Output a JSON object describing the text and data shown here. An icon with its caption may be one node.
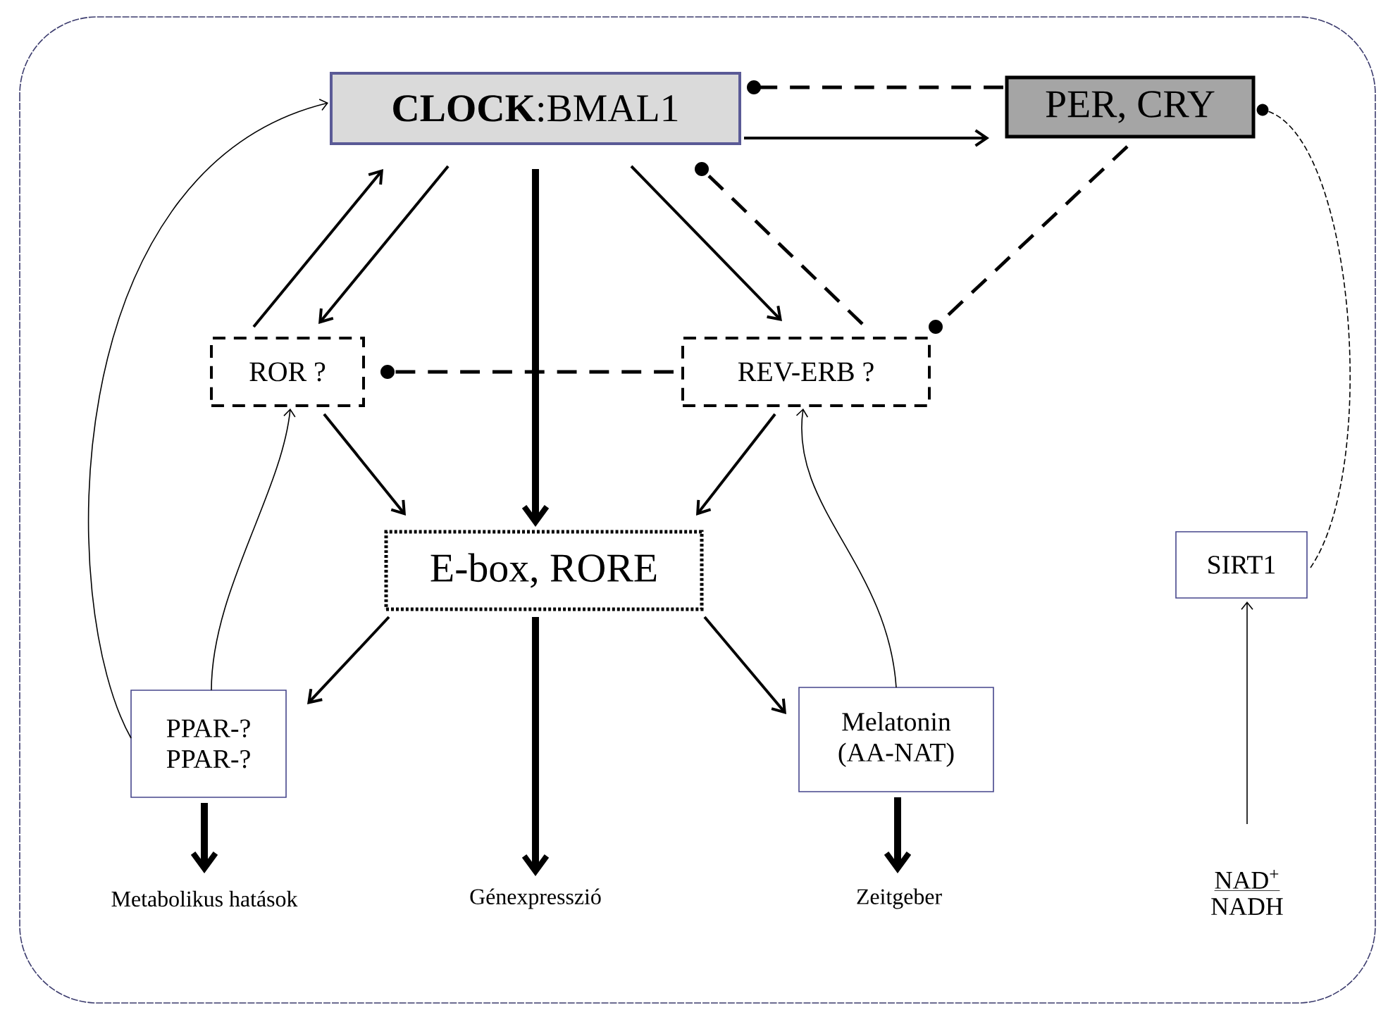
{
  "diagram": {
    "nodes": [
      {
        "text": [
          "**CLOCK**:BMAL1"
        ]
      },
      {
        "text": [
          "PER, CRY"
        ]
      },
      {
        "text": [
          "ROR ?"
        ]
      },
      {
        "text": [
          "REV-ERB ?"
        ]
      },
      {
        "text": [
          "E-box, RORE"
        ]
      },
      {
        "text": [
          "PPAR-? PPAR-?"
        ]
      },
      {
        "text": [
          "Melatonin (AA-NAT)"
        ]
      },
      {
        "text": [
          "SIRT1"
        ]
      },
      {
        "text": [
          "Metabolikus hatások"
        ]
      },
      {
        "text": [
          "Génexpresszió"
        ]
      },
      {
        "text": [
          "Zeitgeber"
        ]
      },
      {
        "text": [
          "NAD$^{+}$",
          "NADH"
        ]
      }
    ],
    "edges": [
      {
        "from": 0,
        "to": 1,
        "arrow": "to"
      },
      {
        "from": 1,
        "to": 0,
        "arrow": "other",
        "style": "dashed"
      },
      {
        "from": 1,
        "to": 3,
        "arrow": "other",
        "style": "dashed"
      },
      {
        "from": 3,
        "to": 0,
        "arrow": "other",
        "style": "dashed"
      },
      {
        "from": 3,
        "to": 2,
        "arrow": "other",
        "style": "dashed"
      },
      {
        "from": 0,
        "to": 2,
        "arrow": "to"
      },
      {
        "from": 2,
        "to": 0,
        "arrow": "to"
      },
      {
        "from": 0,
        "to": 3,
        "arrow": "to"
      },
      {
        "from": 0,
        "to": 4,
        "arrow": "to",
        "style": "thick"
      },
      {
        "from": 2,
        "to": 4,
        "arrow": "to"
      },
      {
        "from": 3,
        "to": 4,
        "arrow": "to"
      },
      {
        "from": 4,
        "to": 5,
        "arrow": "to"
      },
      {
        "from": 4,
        "to": 9,
        "arrow": "to",
        "style": "thick"
      },
      {
        "from": 4,
        "to": 6,
        "arrow": "to"
      },
      {
        "from": 5,
        "to": 8,
        "arrow": "to",
        "style": "thick"
      },
      {
        "from": 6,
        "to": 10,
        "arrow": "to",
        "style": "thick"
      },
      {
        "from": 5,
        "to": 0,
        "arrow": "to"
      },
      {
        "from": 5,
        "to": 2,
        "arrow": "to"
      },
      {
        "from": 6,
        "to": 3,
        "arrow": "to"
      },
      {
        "from": 11,
        "to": 7,
        "arrow": "to"
      },
      {
        "from": 7,
        "to": 1,
        "arrow": "other",
        "style": "dashed"
      }
    ]
  }
}
